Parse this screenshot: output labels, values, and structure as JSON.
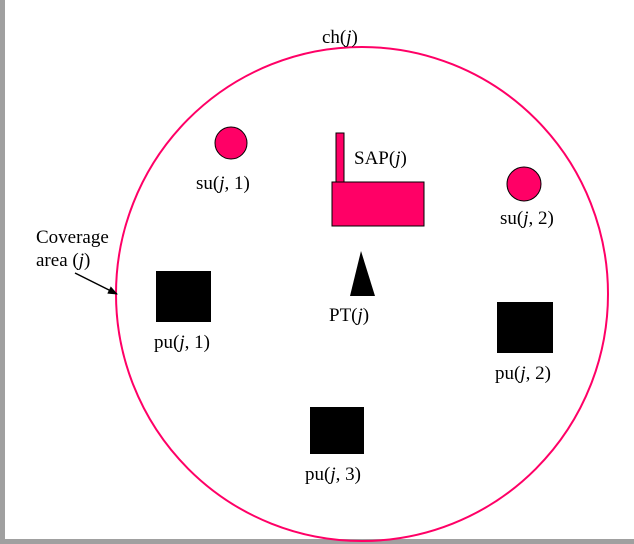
{
  "colors": {
    "accent": "#ff0066",
    "nodes": "#000000",
    "border": "#a0a0a0",
    "background": "#ffffff"
  },
  "labels": {
    "channel": {
      "prefix": "ch(",
      "var": "j",
      "suffix": ")"
    },
    "sap": {
      "prefix": "SAP(",
      "var": "j",
      "suffix": ")"
    },
    "pt": {
      "prefix": "PT(",
      "var": "j",
      "suffix": ")"
    },
    "coverage_line1": "Coverage",
    "coverage_line2": {
      "prefix": "area (",
      "var": "j",
      "suffix": ")"
    },
    "su1": {
      "prefix": "su(",
      "var": "j",
      "suffix": ", 1)"
    },
    "su2": {
      "prefix": "su(",
      "var": "j",
      "suffix": ", 2)"
    },
    "pu1": {
      "prefix": "pu(",
      "var": "j",
      "suffix": ", 1)"
    },
    "pu2": {
      "prefix": "pu(",
      "var": "j",
      "suffix": ", 2)"
    },
    "pu3": {
      "prefix": "pu(",
      "var": "j",
      "suffix": ", 3)"
    }
  },
  "icons": {
    "secondary_user": "circle",
    "primary_user": "square",
    "service_access_point": "factory",
    "primary_transmitter": "triangle"
  }
}
